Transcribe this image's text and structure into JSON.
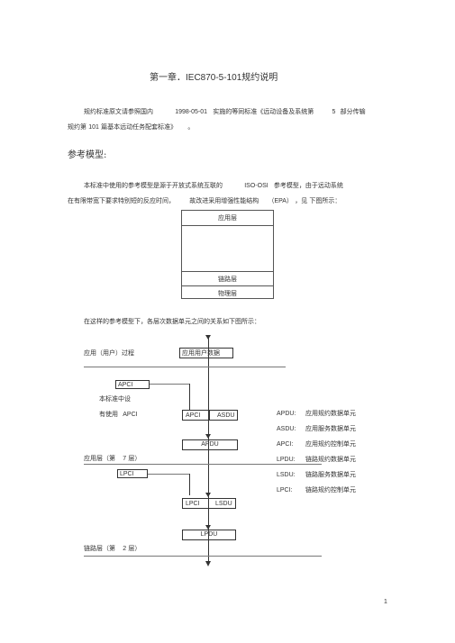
{
  "title": {
    "prefix": "第一章．",
    "code": "IEC870-5-101",
    "suffix": "规约说明"
  },
  "intro": {
    "l1a": "规约标准原文请参照国内",
    "date": "1998-05-01",
    "l1b": "实施的等同标准《远动设备及系统第",
    "num": "5",
    "l1c": "部分传输",
    "l2a": "规约第",
    "n101": "101",
    "l2b": "篇基本远动任务配套标准》",
    "l2c": "。"
  },
  "section": {
    "heading": "参考模型:"
  },
  "para": {
    "l1a": "本标准中使用的参考模型是源于开放式系统互联的",
    "osi": "ISO-OSI",
    "l1b": "参考模型，由于远动系统",
    "l2a": "在有限带宽下要求特别短的反应时间，",
    "l2b": "故改进采用增强性能结构",
    "epa": "（EPA）",
    "l2c": "，见  下图所示："
  },
  "model": {
    "app": "应用层",
    "link": "链路层",
    "phys": "物理层"
  },
  "relation_text": "在这样的参考模型下，各层次数据单元之间的关系如下图所示：",
  "diagram": {
    "user_process": "应用（用户）过程",
    "user_data": "应用用户数据",
    "apci": "APCI",
    "not_used_1": "本标准中设",
    "not_used_2": "有使用",
    "not_used_apci": "APCI",
    "apci2": "APCI",
    "asdu": "ASDU",
    "apdu": "APDU",
    "app_layer": "应用层（第",
    "app_layer_n": "7",
    "app_layer_s": "层）",
    "lpci": "LPCI",
    "lpci2": "LPCI",
    "lsdu": "LSDU",
    "lpdu": "LPDU",
    "link_layer": "链路层（第",
    "link_layer_n": "2",
    "link_layer_s": "层）"
  },
  "legend": [
    {
      "abbr": "APDU:",
      "desc": "应用规约数据单元"
    },
    {
      "abbr": "ASDU:",
      "desc": "应用服务数据单元"
    },
    {
      "abbr": "APCI:",
      "desc": "应用规约控制单元"
    },
    {
      "abbr": "LPDU:",
      "desc": "链路规约数据单元"
    },
    {
      "abbr": "LSDU:",
      "desc": "链路服务数据单元"
    },
    {
      "abbr": "LPCI:",
      "desc": "链路规约控制单元"
    }
  ],
  "page_number": "1"
}
